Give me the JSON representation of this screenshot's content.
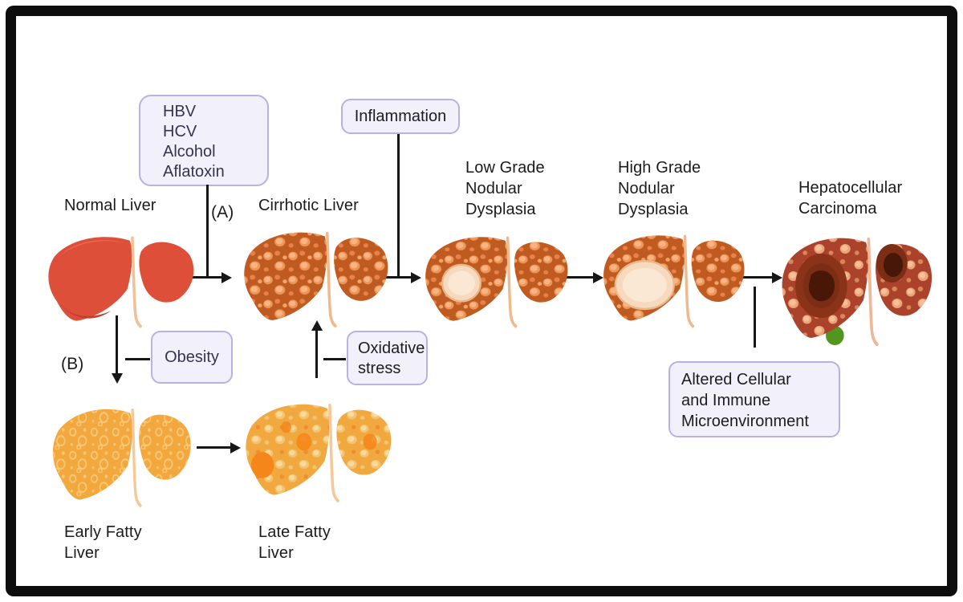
{
  "labels": {
    "normal": "Normal Liver",
    "cirrhotic": "Cirrhotic Liver",
    "low_grade": "Low Grade\nNodular\nDysplasia",
    "high_grade": "High Grade\nNodular\nDysplasia",
    "hcc": "Hepatocellular\nCarcinoma",
    "early_fatty": "Early Fatty\nLiver",
    "late_fatty": "Late Fatty\nLiver",
    "path_a": "(A)",
    "path_b": "(B)"
  },
  "boxes": {
    "risk_factors": "HBV\nHCV\nAlcohol\nAflatoxin",
    "inflammation": "Inflammation",
    "obesity": "Obesity",
    "oxidative_stress": "Oxidative\nstress",
    "altered_microenvironment": "Altered Cellular\nand Immune\nMicroenvironment"
  },
  "colors": {
    "frame": "#0d0d0d",
    "background": "#ffffff",
    "label_text": "#1b1b1b",
    "box_fill": "#f2f1fb",
    "box_border": "#b7b1e4",
    "box_text_dark": "#1d1d1d",
    "box_text_navy": "#35344e",
    "arrow": "#161616",
    "liver_normal": "#dd4f39",
    "liver_normal_shadow": "#c33e2b",
    "liver_cirrhotic": "#bf5b20",
    "liver_bump": "#ef9659",
    "liver_nodule": "#f7d9bd",
    "liver_hcc": "#ab432c",
    "tumor_ring": "#7c2d15",
    "tumor_core": "#491708",
    "liver_fatty_early": "#f3a83d",
    "liver_fatty_late": "#f1a83f",
    "fatty_patch": "#f5861a",
    "gallbladder": "#53961f",
    "ligament": "#f3c49c"
  }
}
